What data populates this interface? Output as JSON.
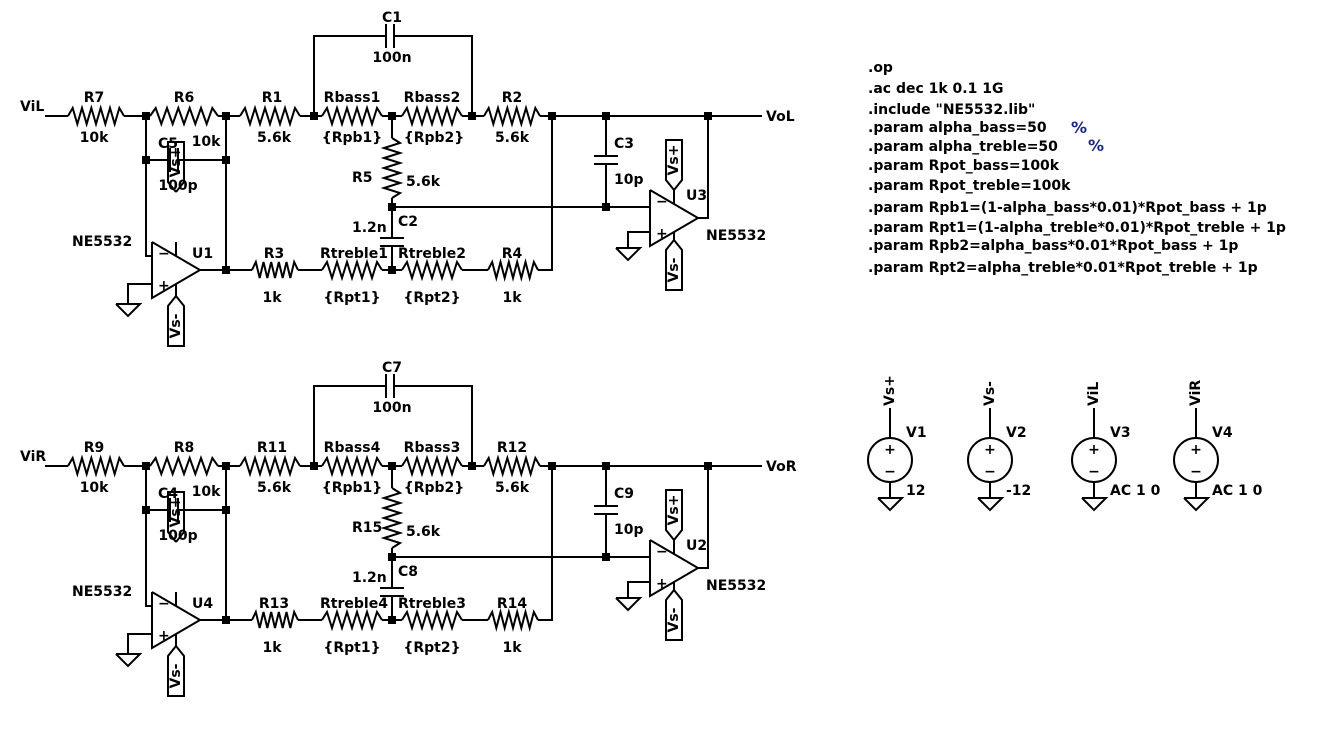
{
  "colors": {
    "wire": "#000000",
    "percent": "#1a237e",
    "background": "#ffffff"
  },
  "net_labels": {
    "vil": "ViL",
    "vir": "ViR",
    "vol": "VoL",
    "vor": "VoR",
    "vsp": "Vs+",
    "vsn": "Vs-"
  },
  "components": {
    "R7": {
      "name": "R7",
      "value": "10k"
    },
    "R6": {
      "name": "R6",
      "value": "10k"
    },
    "R1": {
      "name": "R1",
      "value": "5.6k"
    },
    "Rbass1": {
      "name": "Rbass1",
      "value": "{Rpb1}"
    },
    "Rbass2": {
      "name": "Rbass2",
      "value": "{Rpb2}"
    },
    "R2": {
      "name": "R2",
      "value": "5.6k"
    },
    "C1": {
      "name": "C1",
      "value": "100n"
    },
    "C5": {
      "name": "C5",
      "value": "100p"
    },
    "R5": {
      "name": "R5",
      "value": "5.6k"
    },
    "C2": {
      "name": "C2",
      "value": "1.2n"
    },
    "C3": {
      "name": "C3",
      "value": "10p"
    },
    "R3": {
      "name": "R3",
      "value": "1k"
    },
    "Rtreble1": {
      "name": "Rtreble1",
      "value": "{Rpt1}"
    },
    "Rtreble2": {
      "name": "Rtreble2",
      "value": "{Rpt2}"
    },
    "R4": {
      "name": "R4",
      "value": "1k"
    },
    "U1": {
      "name": "U1",
      "value": "NE5532"
    },
    "U3": {
      "name": "U3",
      "value": "NE5532"
    },
    "R9": {
      "name": "R9",
      "value": "10k"
    },
    "R8": {
      "name": "R8",
      "value": "10k"
    },
    "R11": {
      "name": "R11",
      "value": "5.6k"
    },
    "Rbass4": {
      "name": "Rbass4",
      "value": "{Rpb1}"
    },
    "Rbass3": {
      "name": "Rbass3",
      "value": "{Rpb2}"
    },
    "R12": {
      "name": "R12",
      "value": "5.6k"
    },
    "C7": {
      "name": "C7",
      "value": "100n"
    },
    "C4": {
      "name": "C4",
      "value": "100p"
    },
    "R15": {
      "name": "R15",
      "value": "5.6k"
    },
    "C8": {
      "name": "C8",
      "value": "1.2n"
    },
    "C9": {
      "name": "C9",
      "value": "10p"
    },
    "R13": {
      "name": "R13",
      "value": "1k"
    },
    "Rtreble4": {
      "name": "Rtreble4",
      "value": "{Rpt1}"
    },
    "Rtreble3": {
      "name": "Rtreble3",
      "value": "{Rpt2}"
    },
    "R14": {
      "name": "R14",
      "value": "1k"
    },
    "U4": {
      "name": "U4",
      "value": "NE5532"
    },
    "U2": {
      "name": "U2",
      "value": "NE5532"
    },
    "V1": {
      "name": "V1",
      "value": "12",
      "net": "Vs+"
    },
    "V2": {
      "name": "V2",
      "value": "-12",
      "net": "Vs-"
    },
    "V3": {
      "name": "V3",
      "value": "AC 1 0",
      "net": "ViL"
    },
    "V4": {
      "name": "V4",
      "value": "AC 1 0",
      "net": "ViR"
    }
  },
  "symbols": {
    "plus": "+",
    "minus": "−",
    "opamp_plus": "+",
    "opamp_minus": "−"
  },
  "directives": [
    ".op",
    ".ac dec 1k 0.1 1G",
    ".include \"NE5532.lib\"",
    ".param alpha_bass=50",
    ".param alpha_treble=50",
    ".param Rpot_bass=100k",
    ".param Rpot_treble=100k",
    ".param Rpb1=(1-alpha_bass*0.01)*Rpot_bass + 1p",
    ".param Rpt1=(1-alpha_treble*0.01)*Rpot_treble + 1p",
    ".param Rpb2=alpha_bass*0.01*Rpot_bass + 1p",
    ".param Rpt2=alpha_treble*0.01*Rpot_treble + 1p"
  ],
  "percent_signs": [
    "%",
    "%"
  ]
}
